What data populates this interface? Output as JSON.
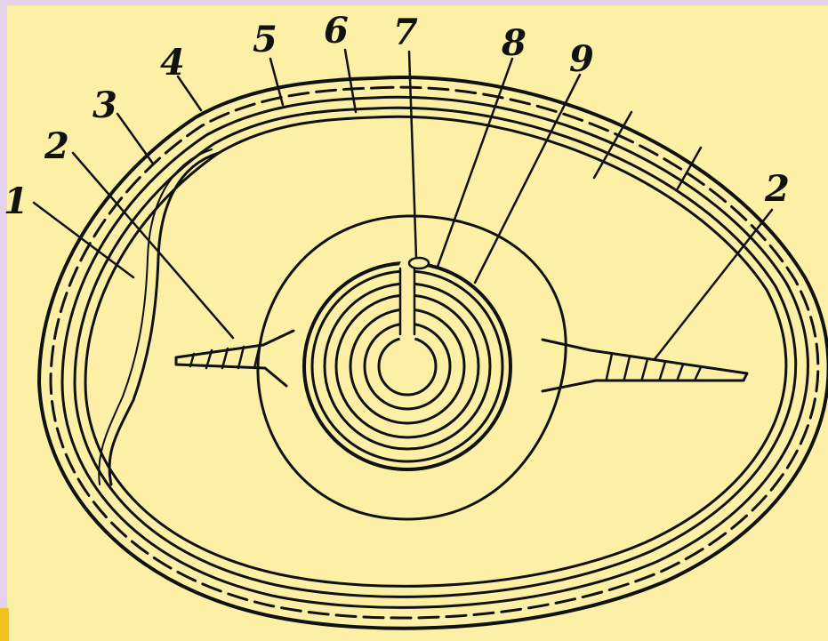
{
  "diagram": {
    "labels": [
      "1",
      "2",
      "3",
      "4",
      "5",
      "6",
      "7",
      "8",
      "9",
      "2"
    ]
  },
  "colors": {
    "background": "#e6d2ec",
    "panel": "#fbf0a6",
    "corner_accent": "#f3c21e",
    "ink": "#111111"
  }
}
